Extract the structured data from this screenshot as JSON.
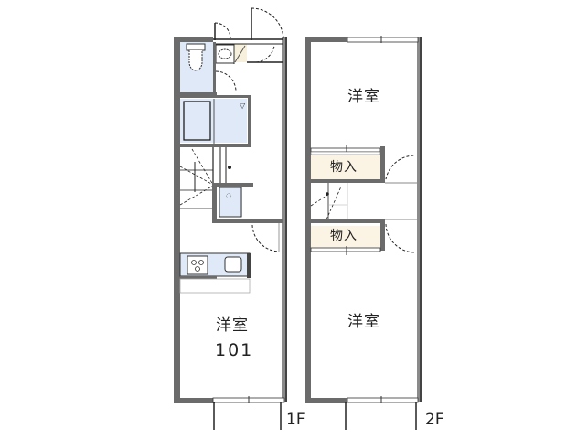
{
  "floor_plan": {
    "floor1": {
      "label": "1F",
      "main_room": {
        "name": "洋室",
        "number": "101"
      },
      "fixtures": [
        "toilet",
        "washbasin",
        "laundry-space",
        "bathtub",
        "unit-bath",
        "stairs",
        "refrigerator-space",
        "kitchen-stove",
        "kitchen-sink",
        "entrance-door"
      ]
    },
    "floor2": {
      "label": "2F",
      "rooms": [
        {
          "name": "洋室",
          "position": "upper"
        },
        {
          "name": "洋室",
          "position": "lower"
        }
      ],
      "storages": [
        {
          "name": "物入",
          "position": "upper"
        },
        {
          "name": "物入",
          "position": "lower"
        }
      ]
    },
    "colors": {
      "wall": "#6b6b6b",
      "wall_inner": "#9a9a9a",
      "wet_area": "#dfe9f7",
      "storage": "#fbf3e3",
      "background": "#ffffff",
      "line": "#222222"
    }
  }
}
